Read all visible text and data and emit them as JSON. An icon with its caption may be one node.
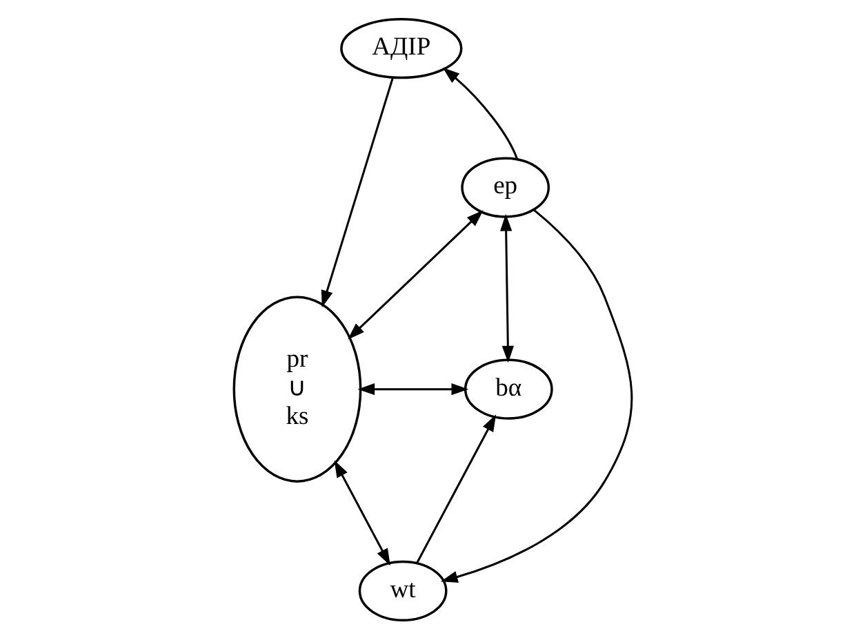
{
  "diagram": {
    "nodes": [
      {
        "text": [
          "АДІР"
        ]
      },
      {
        "text": [
          "ep"
        ]
      },
      {
        "text": [
          "pr ∪ ks"
        ]
      },
      {
        "text": [
          "bα"
        ]
      },
      {
        "text": [
          "wt"
        ]
      }
    ],
    "edges": [
      {
        "from": 0,
        "to": 2,
        "arrow": "to"
      },
      {
        "from": 1,
        "to": 0,
        "arrow": "to"
      },
      {
        "from": 1,
        "to": 2,
        "arrow": "both"
      },
      {
        "from": 1,
        "to": 3,
        "arrow": "both"
      },
      {
        "from": 2,
        "to": 3,
        "arrow": "both"
      },
      {
        "from": 1,
        "to": 4,
        "arrow": "to"
      },
      {
        "from": 2,
        "to": 4,
        "arrow": "both"
      },
      {
        "from": 4,
        "to": 3,
        "arrow": "to"
      }
    ]
  }
}
